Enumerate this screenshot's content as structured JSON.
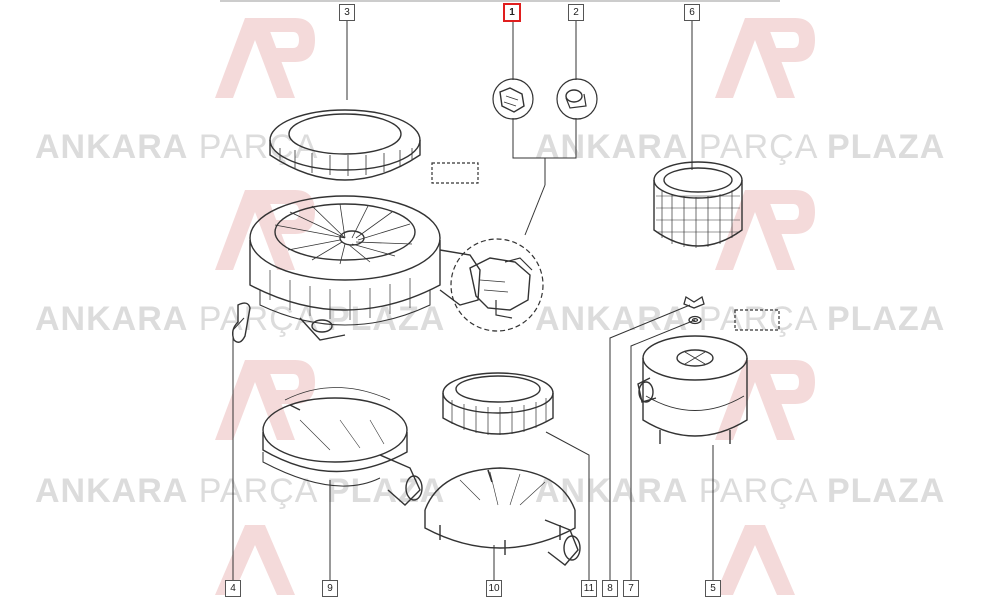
{
  "watermark": {
    "left_bold": "ANKARA",
    "middle": "PARÇA",
    "right_bold": "PLAZA",
    "color": "#dcdcdc",
    "logo_color": "#f0c8c8"
  },
  "callouts": [
    {
      "id": "1",
      "label": "1",
      "selected": true
    },
    {
      "id": "2",
      "label": "2"
    },
    {
      "id": "3",
      "label": "3"
    },
    {
      "id": "4",
      "label": "4"
    },
    {
      "id": "5",
      "label": "5"
    },
    {
      "id": "6",
      "label": "6"
    },
    {
      "id": "7",
      "label": "7"
    },
    {
      "id": "8",
      "label": "8"
    },
    {
      "id": "9",
      "label": "9"
    },
    {
      "id": "10",
      "label": "10"
    },
    {
      "id": "11",
      "label": "11"
    }
  ],
  "colors": {
    "selected_border": "#e01e1e",
    "line": "#333333"
  }
}
